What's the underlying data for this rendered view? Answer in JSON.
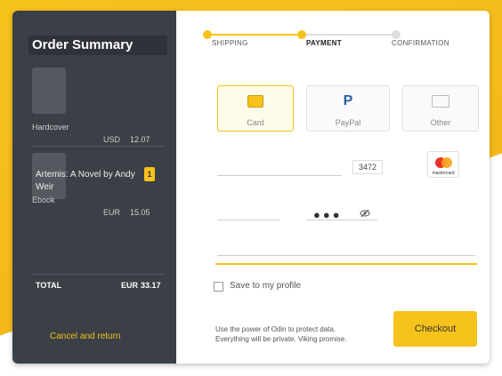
{
  "colors": {
    "accent": "#f6c21c",
    "sidebar": "#3b3f46"
  },
  "summary": {
    "title": "Order Summary",
    "items": [
      {
        "tag": "Hardcover",
        "currency": "USD",
        "price": "12.07"
      },
      {
        "title": "Artemis: A Novel by Andy Weir",
        "format": "Ebook",
        "currency": "EUR",
        "price": "15.05",
        "qty": "1"
      }
    ],
    "total_label": "TOTAL",
    "total_currency": "EUR",
    "total_value": "33.17",
    "cancel_label": "Cancel and return"
  },
  "steps": [
    {
      "label": "SHIPPING"
    },
    {
      "label": "PAYMENT"
    },
    {
      "label": "CONFIRMATION"
    }
  ],
  "payment_options": [
    {
      "label": "Card",
      "icon": "credit-card-icon"
    },
    {
      "label": "PayPal",
      "icon": "paypal-icon"
    },
    {
      "label": "Other",
      "icon": "wallet-icon"
    }
  ],
  "card": {
    "number_segment": "3472",
    "cvv_masked": "●●●",
    "brand": "mastercard"
  },
  "save_profile_label": "Save to my profile",
  "privacy_note": "Use the power of Odin to protect data. Everything will be private. Viking promise.",
  "checkout_label": "Checkout"
}
